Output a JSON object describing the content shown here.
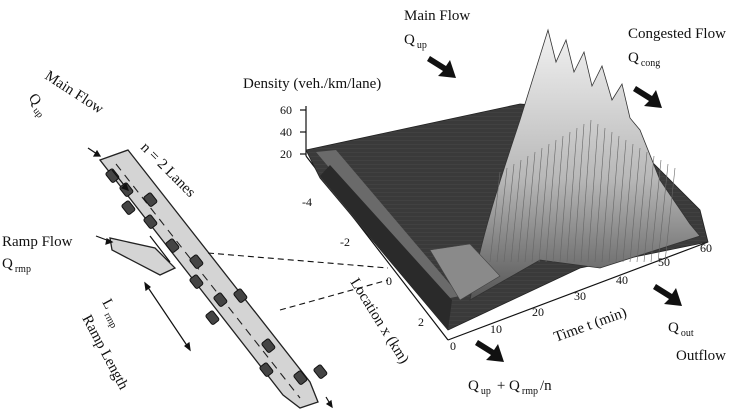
{
  "left_diagram": {
    "main_flow_label": "Main Flow",
    "q_up_label": "Q",
    "q_up_sub": "up",
    "lanes_label": "n = 2 Lanes",
    "ramp_flow_label": "Ramp Flow",
    "q_rmp_label": "Q",
    "q_rmp_sub": "rmp",
    "l_rmp_label": "L",
    "l_rmp_sub": "rmp",
    "ramp_length_label": "Ramp Length"
  },
  "plot": {
    "density_label": "Density (veh./km/lane)",
    "density_ticks": [
      "60",
      "40",
      "20",
      "20"
    ],
    "location_label": "Location x (km)",
    "location_ticks": [
      "-4",
      "-2",
      "0",
      "2"
    ],
    "time_label": "Time t (min)",
    "time_ticks": [
      "0",
      "10",
      "20",
      "30",
      "40",
      "50",
      "60"
    ]
  },
  "flows": {
    "main_flow": "Main Flow",
    "main_q": "Q",
    "main_q_sub": "up",
    "congested": "Congested Flow",
    "cong_q": "Q",
    "cong_q_sub": "cong",
    "out_q": "Q",
    "out_q_sub": "out",
    "outflow": "Outflow",
    "bottom_q1": "Q",
    "bottom_q1_sub": "up",
    "bottom_plus": "+ Q",
    "bottom_q2_sub": "rmp",
    "bottom_div": "/n"
  },
  "colors": {
    "road": "#d4d4d4",
    "surface": "#3a3a3a",
    "peak": "#e8e8e8"
  }
}
